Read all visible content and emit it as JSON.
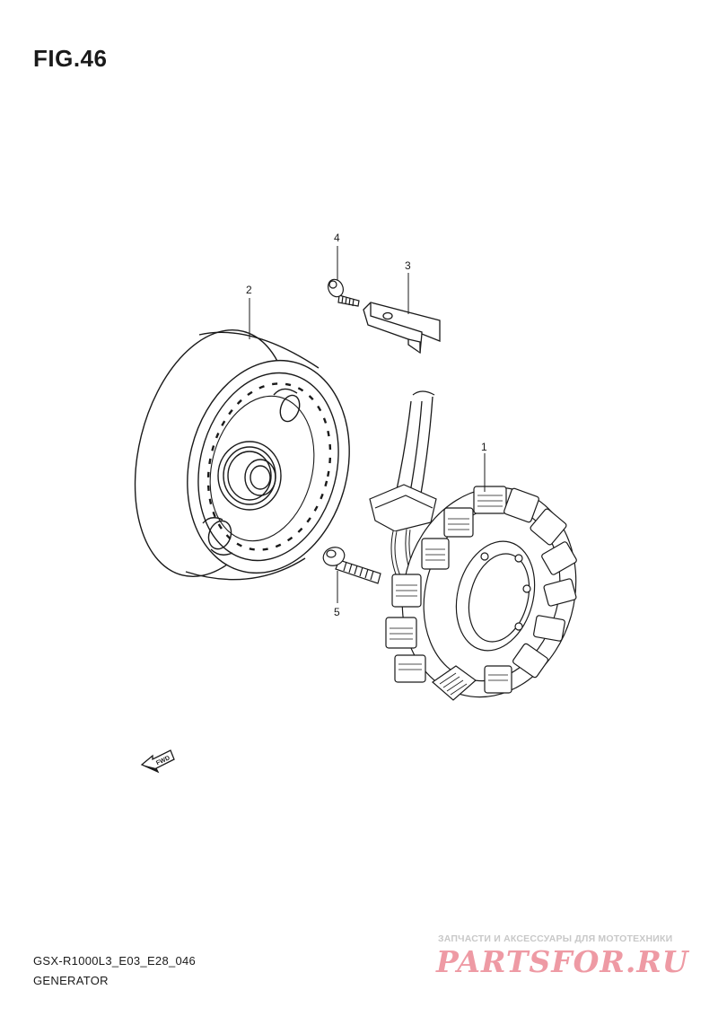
{
  "figure": {
    "title": "FIG.46"
  },
  "callouts": [
    {
      "number": "1",
      "part": "stator"
    },
    {
      "number": "2",
      "part": "rotor"
    },
    {
      "number": "3",
      "part": "bracket"
    },
    {
      "number": "4",
      "part": "bolt"
    },
    {
      "number": "5",
      "part": "bolt"
    }
  ],
  "direction_arrow": {
    "label": "FWD",
    "icon": "fwd-arrow-icon"
  },
  "footer": {
    "model_code": "GSX-R1000L3_E03_E28_046",
    "section_name": "GENERATOR"
  },
  "watermark": {
    "tagline": "ЗАПЧАСТИ И АКСЕССУАРЫ ДЛЯ МОТОТЕХНИКИ",
    "brand": "PARTSFOR.RU"
  },
  "colors": {
    "line": "#1a1a1a",
    "background": "#ffffff",
    "watermark_brand": "#ee9aa4",
    "watermark_tagline": "#c8c8c8"
  }
}
